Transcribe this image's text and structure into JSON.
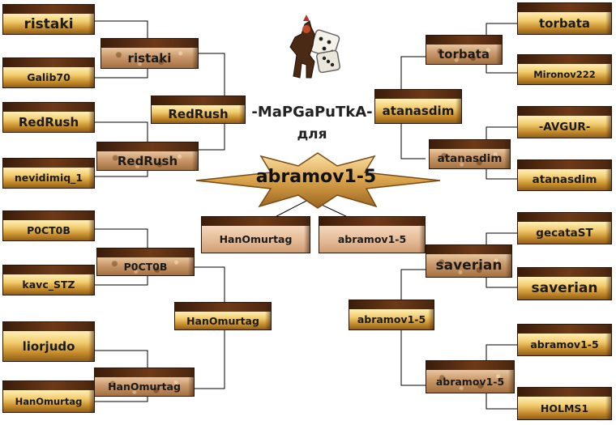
{
  "header": {
    "title": "-MaPGaPuTkA-",
    "subtitle": "для"
  },
  "champion": "abramov1-5",
  "colors": {
    "gold": "#e0aa48",
    "stone": "#c9986b",
    "line": "#000000",
    "star": "#d9a24a"
  },
  "icons": {
    "logo": "knight-horse-and-dice-icon",
    "champion_star": "star-badge"
  },
  "bracket": {
    "left": {
      "round1": [
        "ristaki",
        "Galib70",
        "RedRush",
        "nevidimiq_1",
        "P0CT0B",
        "kavc_STZ",
        "liorjudo",
        "HanOmurtag"
      ],
      "round2": [
        "ristaki",
        "RedRush",
        "P0CT0B",
        "HanOmurtag"
      ],
      "round3": [
        "RedRush",
        "HanOmurtag"
      ]
    },
    "right": {
      "round1": [
        "torbata",
        "Mironov222",
        "-AVGUR-",
        "atanasdim",
        "gecataST",
        "saverian",
        "abramov1-5",
        "HOLMS1"
      ],
      "round2": [
        "torbata",
        "atanasdim",
        "saverian",
        "abramov1-5"
      ],
      "round3": [
        "atanasdim",
        "abramov1-5"
      ]
    },
    "final": [
      "HanOmurtag",
      "abramov1-5"
    ]
  }
}
